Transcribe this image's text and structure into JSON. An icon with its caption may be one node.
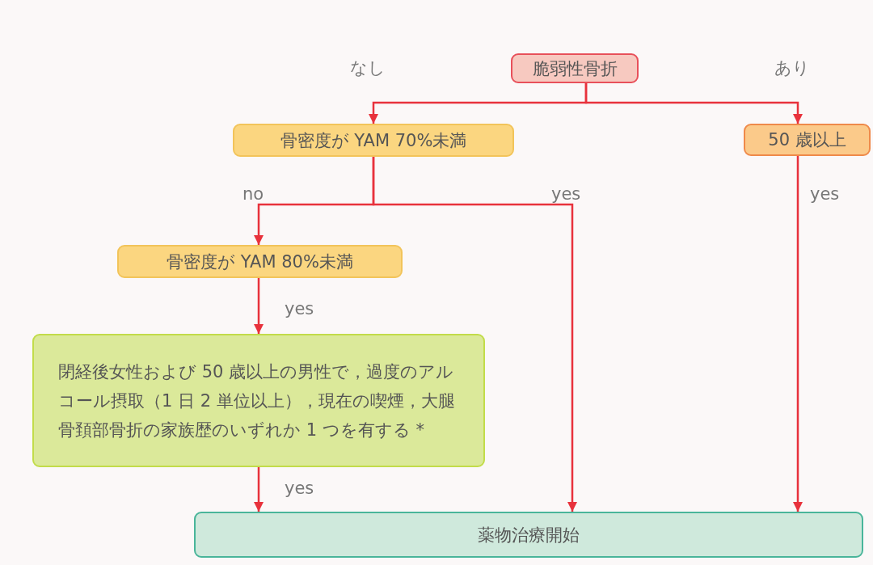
{
  "diagram": {
    "nodes": [
      {
        "text": [
          "脆弱性骨折"
        ]
      },
      {
        "text": [
          "骨密度が YAM 70%未満"
        ]
      },
      {
        "text": [
          "50 歳以上"
        ]
      },
      {
        "text": [
          "骨密度が YAM 80%未満"
        ]
      },
      {
        "text": [
          "閉経後女性および 50 歳以上の男性で，過度のアルコール摂取（1 日 2 単位以上），現在の喫煙，大腿骨頚部骨折の家族歴のいずれか 1 つを有する *"
        ]
      },
      {
        "text": [
          "薬物治療開始"
        ]
      }
    ],
    "edges": [
      {
        "from": 0,
        "to": 1,
        "arrow": "to",
        "label": "なし"
      },
      {
        "from": 0,
        "to": 2,
        "arrow": "to",
        "label": "あり"
      },
      {
        "from": 1,
        "to": 3,
        "arrow": "to",
        "label": "no"
      },
      {
        "from": 1,
        "to": 5,
        "arrow": "to",
        "label": "yes"
      },
      {
        "from": 3,
        "to": 4,
        "arrow": "to",
        "label": "yes"
      },
      {
        "from": 4,
        "to": 5,
        "arrow": "to",
        "label": "yes"
      },
      {
        "from": 2,
        "to": 5,
        "arrow": "to",
        "label": "yes"
      }
    ]
  }
}
